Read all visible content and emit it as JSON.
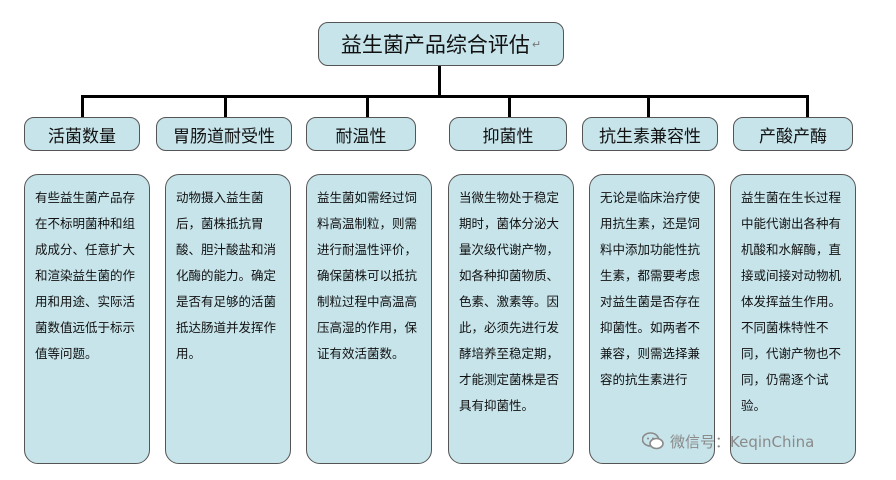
{
  "title": "益生菌产品综合评估",
  "return_mark": "↵",
  "categories": [
    {
      "label": "活菌数量",
      "text": "有些益生菌产品存在不标明菌种和组成成分、任意扩大和渲染益生菌的作用和用途、实际活菌数值远低于标示值等问题。"
    },
    {
      "label": "胃肠道耐受性",
      "text": "动物摄入益生菌后，菌株抵抗胃酸、胆汁酸盐和消化酶的能力。确定是否有足够的活菌抵达肠道并发挥作用。"
    },
    {
      "label": "耐温性",
      "text": "益生菌如需经过饲料高温制粒，则需进行耐温性评价，确保菌株可以抵抗制粒过程中高温高压高湿的作用，保证有效活菌数。"
    },
    {
      "label": "抑菌性",
      "text": "当微生物处于稳定期时，菌体分泌大量次级代谢产物，如各种抑菌物质、色素、激素等。因此，必须先进行发酵培养至稳定期，才能测定菌株是否具有抑菌性。"
    },
    {
      "label": "抗生素兼容性",
      "text": "无论是临床治疗使用抗生素，还是饲料中添加功能性抗生素，都需要考虑对益生菌是否存在抑菌性。如两者不兼容，则需选择兼容的抗生素进行"
    },
    {
      "label": "产酸产酶",
      "text": "益生菌在生长过程中能代谢出各种有机酸和水解酶，直接或间接对动物机体发挥益生作用。不同菌株特性不同，代谢产物也不同，仍需逐个试验。"
    }
  ],
  "watermark": "微信号：KeqinChina",
  "colors": {
    "box_fill": "#c6e4ea",
    "connector": "#000000"
  }
}
